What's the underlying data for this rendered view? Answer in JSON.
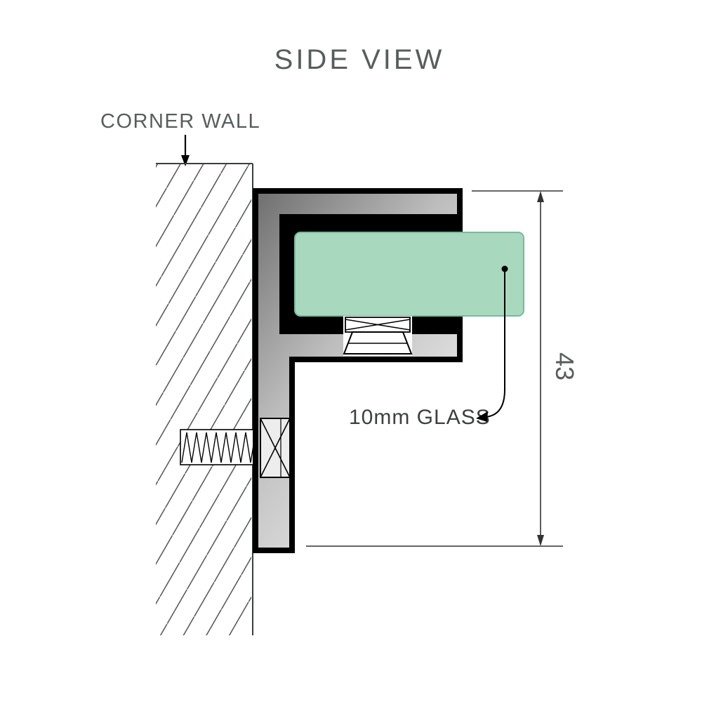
{
  "diagram": {
    "title": "SIDE VIEW",
    "labels": {
      "corner_wall": "CORNER WALL",
      "glass": "10mm GLASS",
      "dimension_height": "43"
    },
    "colors": {
      "glass_green": "#a8d8bd",
      "glass_edge": "#79b99c",
      "bracket_dark": "#6e6e6e",
      "bracket_light": "#f2f2f2",
      "outline": "#000000",
      "text_gray": "#575d5c",
      "label_dark": "#3c4140"
    }
  }
}
